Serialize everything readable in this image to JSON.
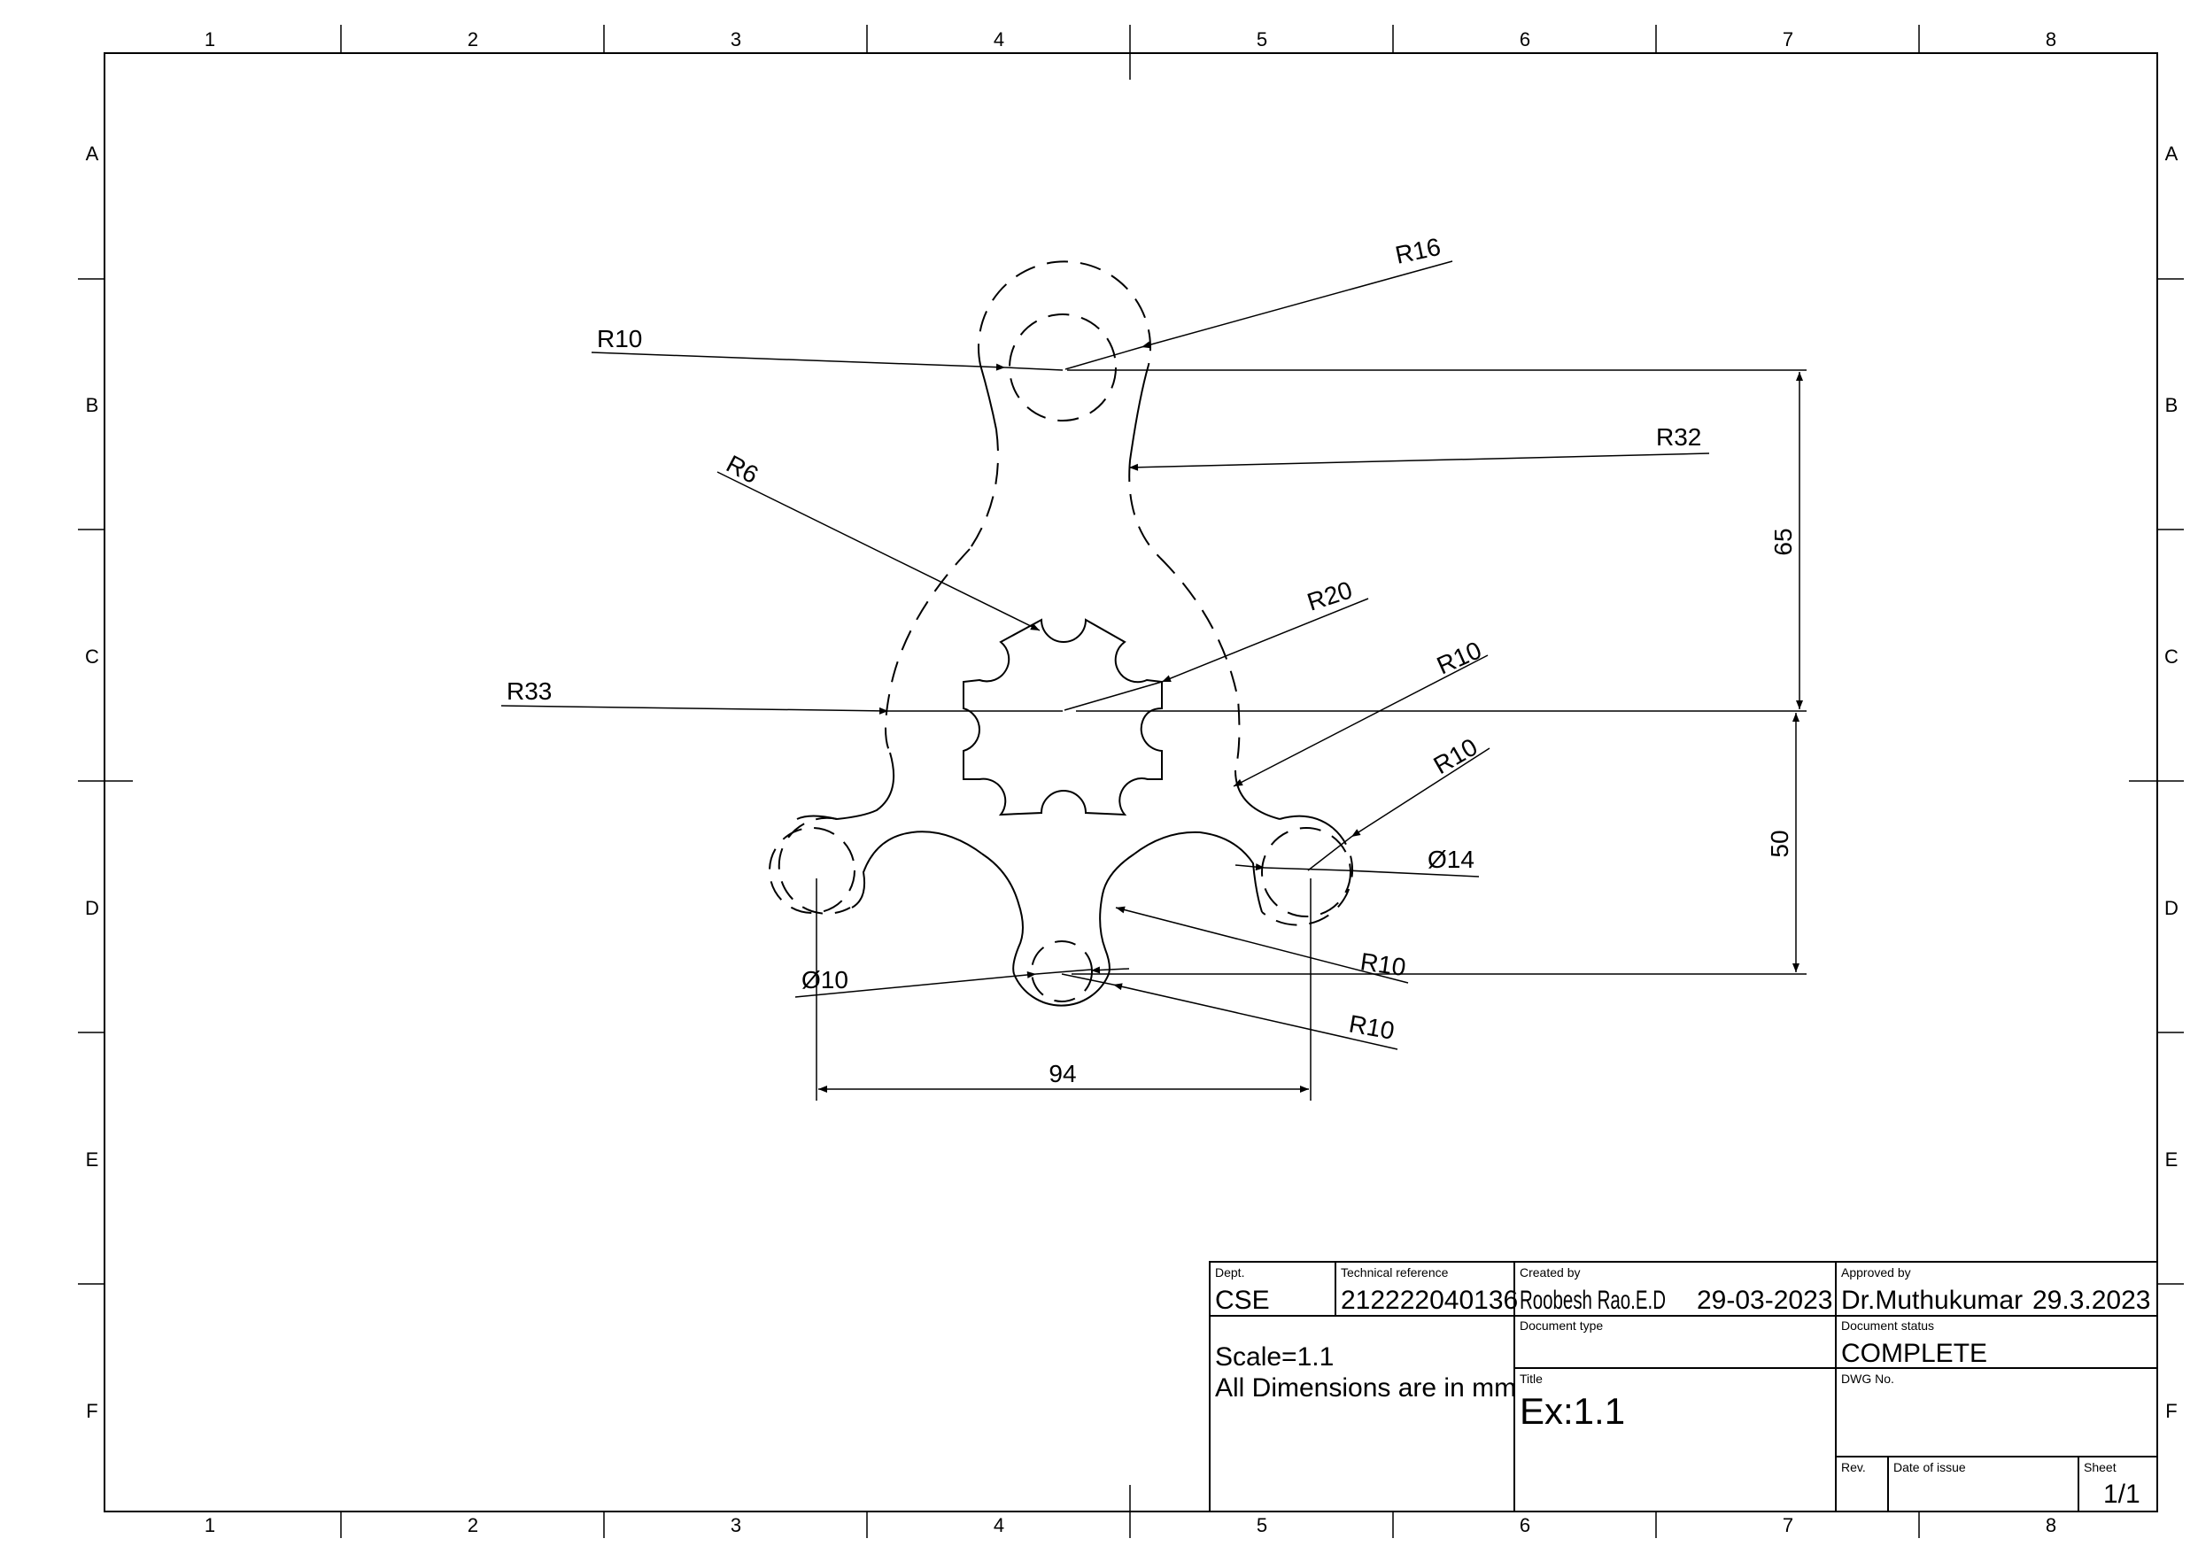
{
  "border": {
    "columns": [
      "1",
      "2",
      "3",
      "4",
      "5",
      "6",
      "7",
      "8"
    ],
    "rows": [
      "A",
      "B",
      "C",
      "D",
      "E",
      "F"
    ]
  },
  "dimensions": {
    "r10_top": "R10",
    "r16": "R16",
    "r32": "R32",
    "r6": "R6",
    "r20": "R20",
    "r33": "R33",
    "r10_right": "R10",
    "r10_lobe": "R10",
    "d14": "Ø14",
    "r10_lower": "R10",
    "d10": "Ø10",
    "r10_bottom": "R10",
    "v65": "65",
    "v50": "50",
    "h94": "94"
  },
  "title_block": {
    "dept_label": "Dept.",
    "dept_value": "CSE",
    "tech_ref_label": "Technical reference",
    "tech_ref_value": "212222040136",
    "created_by_label": "Created by",
    "created_by_name": "Roobesh Rao.E.D",
    "created_by_date": "29-03-2023",
    "approved_by_label": "Approved by",
    "approved_by_name": "Dr.Muthukumar",
    "approved_by_date": "29.3.2023",
    "scale_note": "Scale=1.1",
    "units_note": "All Dimensions are in mm",
    "doc_type_label": "Document type",
    "doc_type_value": "",
    "doc_status_label": "Document status",
    "doc_status_value": "COMPLETE",
    "title_label": "Title",
    "title_value": "Ex:1.1",
    "dwg_no_label": "DWG No.",
    "dwg_no_value": "",
    "rev_label": "Rev.",
    "date_issue_label": "Date of issue",
    "sheet_label": "Sheet",
    "sheet_value": "1/1"
  }
}
